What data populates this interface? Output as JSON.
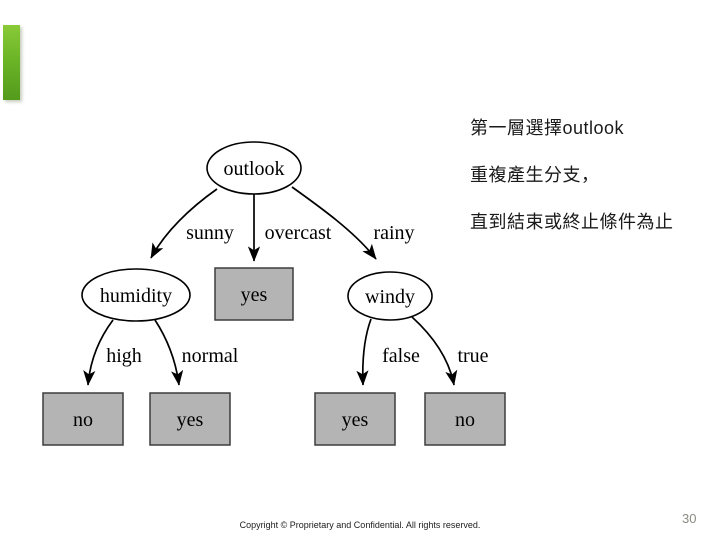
{
  "notes": {
    "line1": "第一層選擇outlook",
    "line2": "重複產生分支，",
    "line3": "直到結束或終止條件為止"
  },
  "footer": {
    "copyright": "Copyright © Proprietary and Confidential. All rights reserved.",
    "page_number": "30"
  },
  "tree": {
    "type": "decision-tree",
    "nodes": {
      "outlook": "outlook",
      "humidity": "humidity",
      "yes_overcast": "yes",
      "windy": "windy",
      "no_high": "no",
      "yes_normal": "yes",
      "yes_false": "yes",
      "no_true": "no"
    },
    "edge_labels": {
      "sunny": "sunny",
      "overcast": "overcast",
      "rainy": "rainy",
      "high": "high",
      "normal": "normal",
      "false": "false",
      "true": "true"
    },
    "colors": {
      "leaf_fill": "#b4b4b4",
      "edge_stroke": "#000000",
      "accent_green": "#6cb527"
    }
  }
}
